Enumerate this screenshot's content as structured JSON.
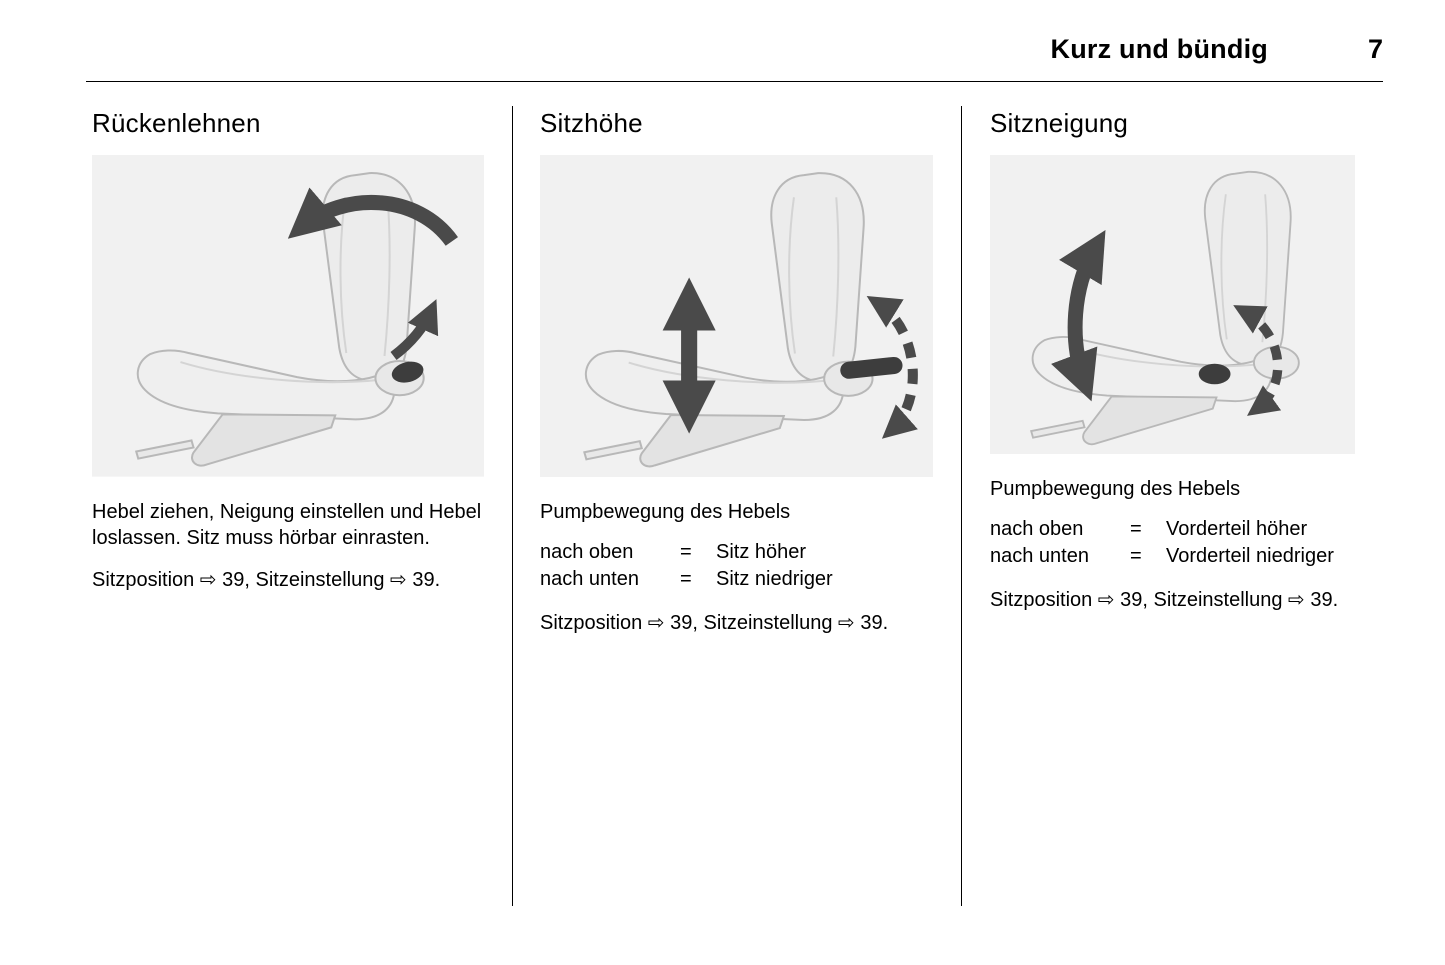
{
  "header": {
    "title": "Kurz und bündig",
    "page_number": "7"
  },
  "columns": [
    {
      "heading": "Rückenlehnen",
      "image": "seat-recline-illustration",
      "body": "Hebel ziehen, Neigung einstellen und Hebel loslassen. Sitz muss hörbar einrasten.",
      "reference": "Sitzposition ⇨ 39, Sitzeinstellung ⇨ 39."
    },
    {
      "heading": "Sitzhöhe",
      "image": "seat-height-illustration",
      "intro": "Pumpbewegung des Hebels",
      "rows": [
        {
          "term": "nach oben",
          "eq": "=",
          "value": "Sitz höher"
        },
        {
          "term": "nach unten",
          "eq": "=",
          "value": "Sitz niedriger"
        }
      ],
      "reference": "Sitzposition ⇨ 39, Sitzeinstellung ⇨ 39."
    },
    {
      "heading": "Sitzneigung",
      "image": "seat-tilt-illustration",
      "intro": "Pumpbewegung des Hebels",
      "rows": [
        {
          "term": "nach oben",
          "eq": "=",
          "value": "Vorderteil höher"
        },
        {
          "term": "nach unten",
          "eq": "=",
          "value": "Vorderteil niedriger"
        }
      ],
      "reference": "Sitzposition ⇨ 39, Sitzeinstellung ⇨ 39."
    }
  ]
}
